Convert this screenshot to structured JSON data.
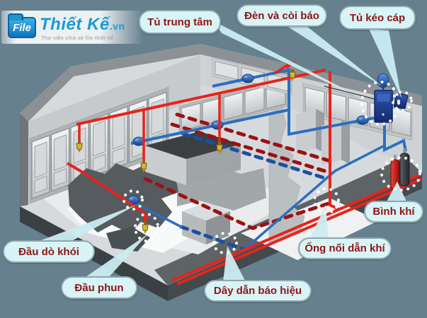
{
  "logo": {
    "folder_text": "File",
    "brand": "Thiết Kế",
    "tld": ".vn",
    "tagline": "Thư viện chia sẻ file thiết kế"
  },
  "labels": {
    "central_cabinet": "Tủ trung tâm",
    "alarm_light_siren": "Đèn và còi báo",
    "cable_pull_cabinet": "Tủ kéo cáp",
    "gas_cylinder": "Bình khí",
    "gas_connector_pipe": "Ống nối dẫn khí",
    "signal_wire": "Dây dẫn báo hiệu",
    "spray_nozzle": "Đầu phun",
    "smoke_detector": "Đầu dò khói"
  },
  "colors": {
    "background": "#66808E",
    "pipe_red": "#E6241B",
    "wire_dark_red": "#9B1112",
    "pipe_blue": "#2B6FC0",
    "wire_dark_blue": "#1D4F9E",
    "device_blue": "#1C3F94",
    "cylinder_red": "#D42420",
    "sprinkler_gold": "#D9B433",
    "bubble_fill": "#D9F4F6",
    "bubble_border": "#90A7AF",
    "bubble_text": "#8E1515",
    "highlight_circle": "#FFFFFF",
    "beam": "#CBECF2"
  }
}
